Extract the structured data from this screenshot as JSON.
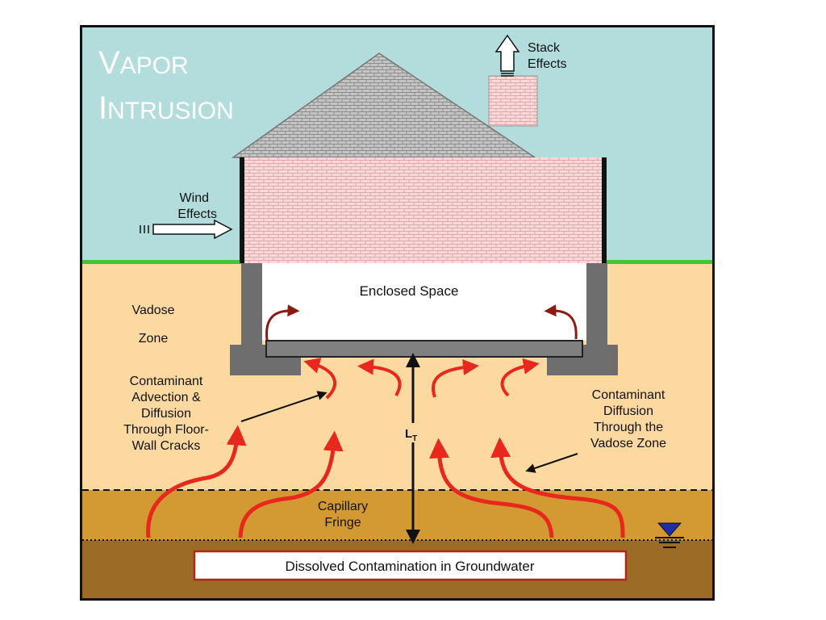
{
  "title": {
    "line1_cap": "V",
    "line1_rest": "APOR",
    "line2_cap": "I",
    "line2_rest": "NTRUSION"
  },
  "labels": {
    "stack": [
      "Stack",
      "Effects"
    ],
    "wind": [
      "Wind",
      "Effects"
    ],
    "enclosed": "Enclosed Space",
    "vadose": [
      "Vadose",
      "Zone"
    ],
    "advection": [
      "Contaminant",
      "Advection &",
      "Diffusion",
      "Through Floor-",
      "Wall Cracks"
    ],
    "diffusion": [
      "Contaminant",
      "Diffusion",
      "Through the",
      "Vadose Zone"
    ],
    "capillary": [
      "Capillary",
      "Fringe"
    ],
    "lt_main": "L",
    "lt_sub": "T",
    "groundwater": "Dissolved Contamination in Groundwater"
  },
  "colors": {
    "sky": "#b3dcdc",
    "vadose_soil": "#fcd9a0",
    "capillary_soil": "#d39a33",
    "groundwater_soil": "#9c6c26",
    "ground_line": "#47c23a",
    "wall_brick": "#f8d8d8",
    "roof": "#bcbcbc",
    "foundation": "#6e6e6e",
    "arrow_red": "#e8281c",
    "water_table_icon": "#1f2ea8"
  }
}
